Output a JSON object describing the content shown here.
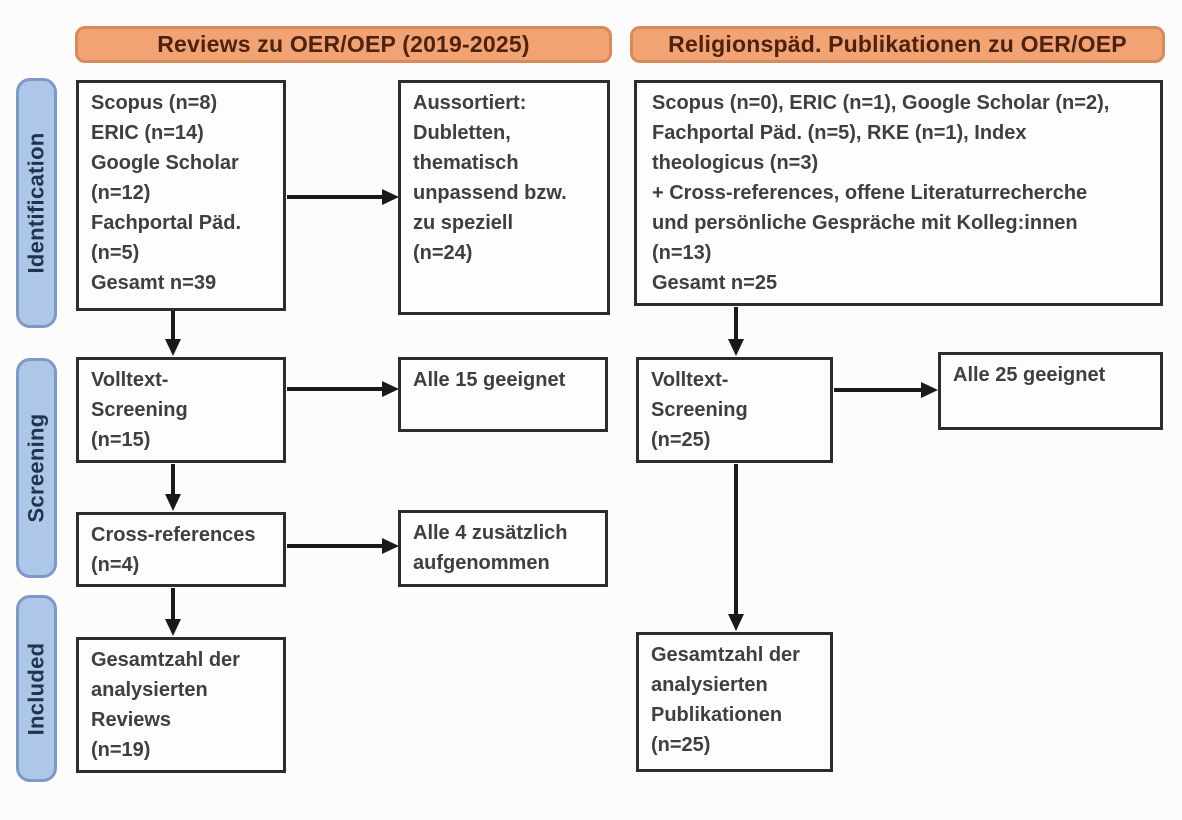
{
  "title_bars": {
    "left": "Reviews zu OER/OEP (2019-2025)",
    "right": "Religionspäd. Publikationen zu OER/OEP"
  },
  "stages": {
    "identification": "Identification",
    "screening": "Screening",
    "included": "Included"
  },
  "left_column": {
    "sources": "Scopus (n=8)\nERIC (n=14)\nGoogle Scholar\n(n=12)\nFachportal Päd.\n(n=5)\nGesamt n=39",
    "excluded": "Aussortiert:\nDubletten,\nthematisch\nunpassend bzw.\nzu speziell\n(n=24)",
    "fulltext_screening": "Volltext-\nScreening\n(n=15)",
    "eligible": "Alle 15 geeignet",
    "cross_references": "Cross-references\n(n=4)",
    "added": "Alle 4 zusätzlich\naufgenommen",
    "total": "Gesamtzahl der\nanalysierten\nReviews\n(n=19)"
  },
  "right_column": {
    "sources": "Scopus (n=0), ERIC (n=1), Google Scholar (n=2),\nFachportal Päd. (n=5), RKE (n=1), Index\ntheologicus (n=3)\n+ Cross-references, offene Literaturrecherche\nund persönliche Gespräche mit Kolleg:innen\n(n=13)\nGesamt n=25",
    "fulltext_screening": "Volltext-\nScreening\n(n=25)",
    "eligible": "Alle 25 geeignet",
    "total": "Gesamtzahl der\nanalysierten\nPublikationen\n(n=25)"
  },
  "colors": {
    "header_fill": "#f2a374",
    "header_border": "#d88a5b",
    "header_text": "#4f220f",
    "stage_fill": "#aec6e8",
    "stage_border": "#7d99c7",
    "stage_text": "#1f3352",
    "box_border": "#2d2d2d",
    "box_text": "#3f3f3f",
    "arrow": "#1a1a1a"
  }
}
